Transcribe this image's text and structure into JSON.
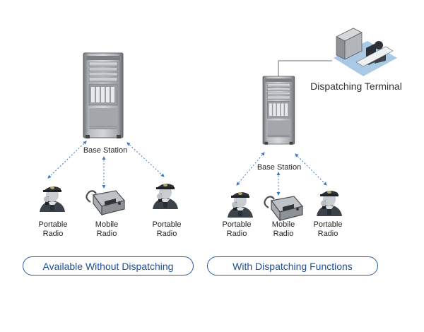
{
  "left_panel": {
    "base_station_label": "Base Station",
    "devices": [
      {
        "line1": "Portable",
        "line2": "Radio",
        "icon": "police-officer-icon"
      },
      {
        "line1": "Mobile",
        "line2": "Radio",
        "icon": "mobile-radio-icon"
      },
      {
        "line1": "Portable",
        "line2": "Radio",
        "icon": "police-officer-icon"
      }
    ],
    "caption": "Available Without Dispatching"
  },
  "right_panel": {
    "terminal_label": "Dispatching Terminal",
    "base_station_label": "Base Station",
    "devices": [
      {
        "line1": "Portable",
        "line2": "Radio",
        "icon": "police-officer-icon"
      },
      {
        "line1": "Mobile",
        "line2": "Radio",
        "icon": "mobile-radio-icon"
      },
      {
        "line1": "Portable",
        "line2": "Radio",
        "icon": "police-officer-icon"
      }
    ],
    "caption": "With Dispatching Functions"
  },
  "colors": {
    "link": "#3a78c4",
    "caption_border": "#2a5aa0",
    "caption_text": "#1e4f96",
    "rack": "#8f9396"
  }
}
